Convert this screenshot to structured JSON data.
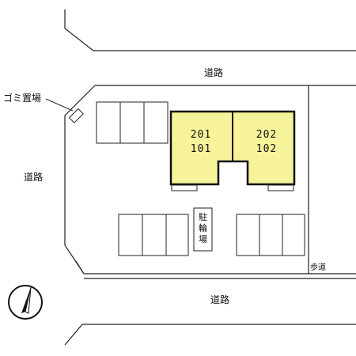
{
  "map": {
    "roads": {
      "north": "道路",
      "west": "道路",
      "south": "道路"
    },
    "sidewalk": "歩道",
    "garbage_area": "ゴミ置場",
    "bicycle_parking": [
      "駐",
      "輪",
      "場"
    ],
    "building": {
      "fill_color": "#f6f39a",
      "units": [
        {
          "upper": "201",
          "lower": "101"
        },
        {
          "upper": "202",
          "lower": "102"
        }
      ]
    },
    "compass": "north-arrow-icon"
  }
}
